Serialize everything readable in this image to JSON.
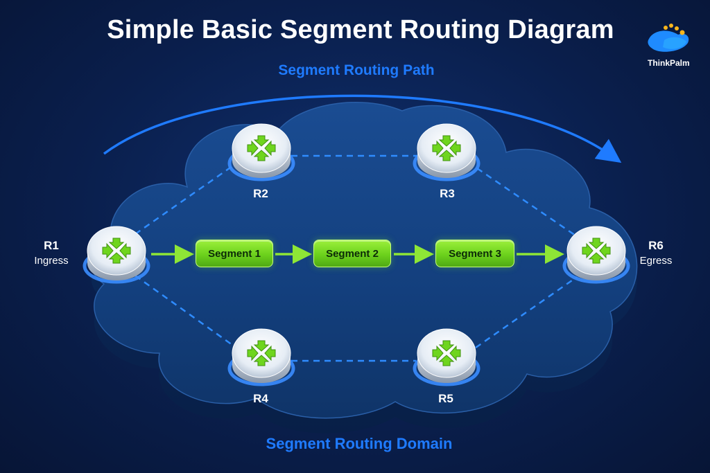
{
  "title": "Simple Basic Segment Routing Diagram",
  "path_label": "Segment Routing Path",
  "domain_label": "Segment Routing Domain",
  "brand": {
    "name": "ThinkPalm"
  },
  "routers": [
    {
      "id": "R1",
      "role": "Ingress"
    },
    {
      "id": "R2"
    },
    {
      "id": "R3"
    },
    {
      "id": "R4"
    },
    {
      "id": "R5"
    },
    {
      "id": "R6",
      "role": "Egress"
    }
  ],
  "segments": [
    "Segment 1",
    "Segment 2",
    "Segment 3"
  ],
  "colors": {
    "accent_blue": "#1f7bff",
    "segment_green": "#7ee02a",
    "link_dashed": "#2f8cff",
    "background": "#0a1f4d",
    "cloud": "#13407f"
  }
}
